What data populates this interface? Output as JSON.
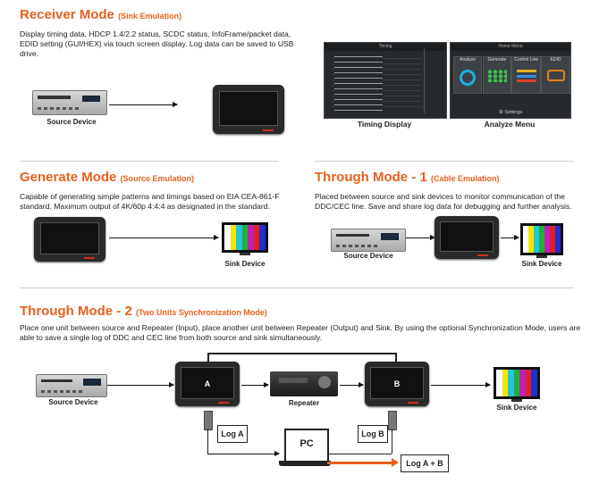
{
  "receiver": {
    "title": "Receiver Mode",
    "subtitle": "(Sink Emulation)",
    "description": "Display timing data, HDCP 1.4/2.2 status, SCDC status, InfoFrame/packet data, EDID setting (GUI/HEX) via touch screen display. Log data can be saved to USB drive.",
    "source_label": "Source Device",
    "timing_caption": "Timing Display",
    "analyze_caption": "Analyze Menu",
    "timing_header": "Timing",
    "menu_header": "Home Menu",
    "menu_items": [
      "Analyze",
      "Generate",
      "Control Line",
      "EDID"
    ],
    "settings_label": "Settings"
  },
  "generate": {
    "title": "Generate Mode",
    "subtitle": "(Source Emulation)",
    "description": "Capable of generating simple patterns and timings based on EIA CEA-861-F standard. Maximum output of 4K/60p 4:4:4 as designated in the standard.",
    "sink_label": "Sink Device"
  },
  "through1": {
    "title": "Through Mode - 1",
    "subtitle": "(Cable Emulation)",
    "description": "Placed between source and sink devices to monitor communication of the DDC/CEC line. Save and share log data for debugging and further analysis.",
    "source_label": "Source Device",
    "sink_label": "Sink Device"
  },
  "through2": {
    "title": "Through Mode - 2",
    "subtitle": "(Two Units Synchronization Mode)",
    "description": "Place one unit between source and Repeater (Input), place another unit between Repeater (Output) and Sink. By using the optional Synchronization Mode, users are able to save a single log of DDC and CEC line from both source and sink simultaneously.",
    "source_label": "Source Device",
    "repeater_label": "Repeater",
    "sink_label": "Sink Device",
    "unit_a": "A",
    "unit_b": "B",
    "log_a": "Log A",
    "log_b": "Log B",
    "pc_label": "PC",
    "log_ab": "Log A + B"
  },
  "colors": {
    "accent": "#e8601c",
    "bars": [
      "#ffffff",
      "#f2e600",
      "#22c7d9",
      "#22b03a",
      "#c21fb0",
      "#e01f26",
      "#1f2fd1"
    ]
  }
}
